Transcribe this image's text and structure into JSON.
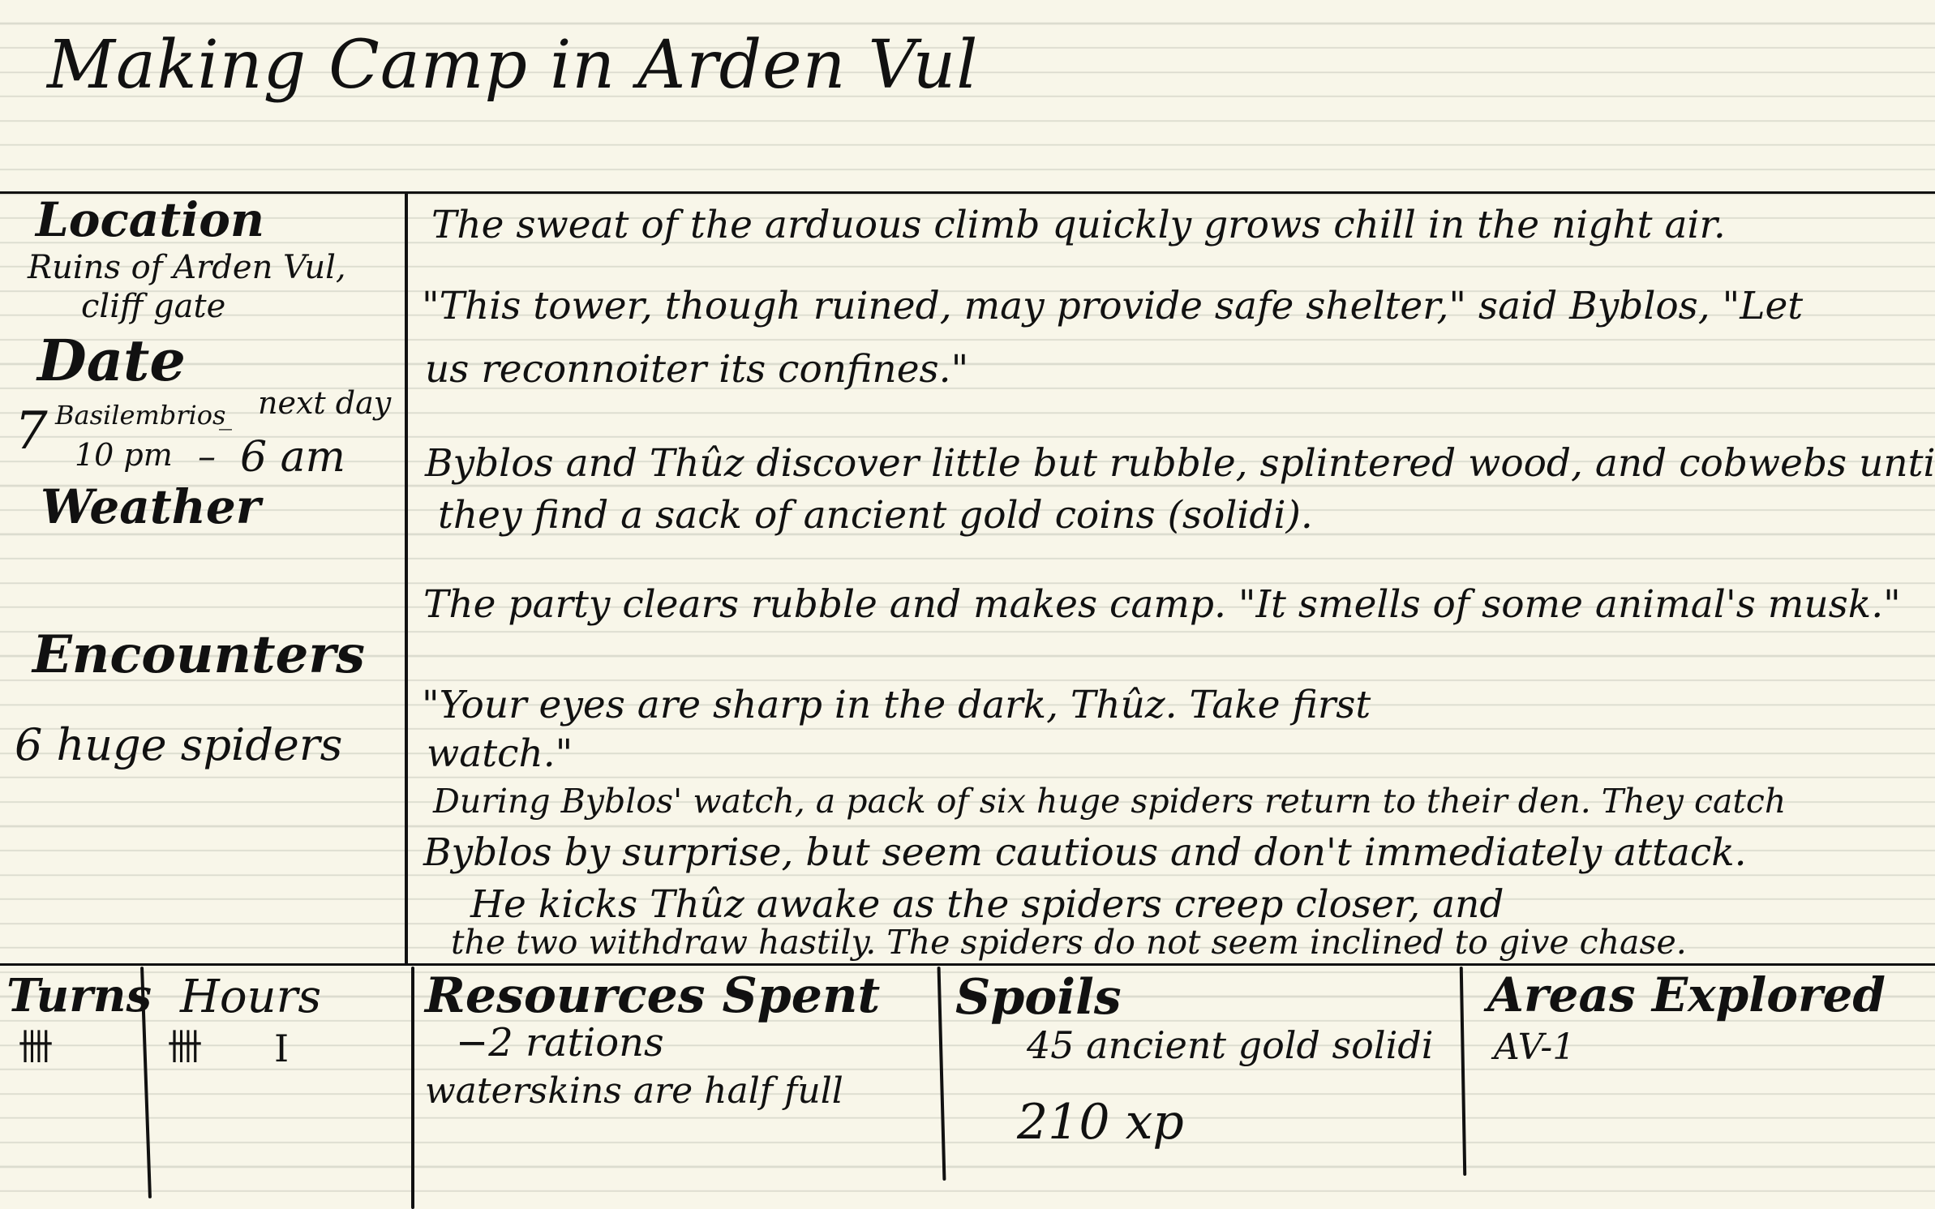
{
  "title": "Making Camp in Arden Vul",
  "sidebar": {
    "location_label": "Location",
    "location_line1": "Ruins of Arden Vul,",
    "location_line2": "cliff gate",
    "date_label": "Date",
    "date_day": "7",
    "date_month": "Basilembrios",
    "date_next": "next day",
    "date_time_start": "10 pm",
    "date_time_end": "6 am",
    "weather_label": "Weather",
    "encounters_label": "Encounters",
    "encounters_value": "6 huge spiders"
  },
  "narrative": {
    "p1": "The sweat of the arduous climb quickly grows chill in the night air.",
    "p2_line1": "\"This tower, though ruined, may provide safe shelter,\" said Byblos, \"Let",
    "p2_line2": "us reconnoiter its confines.\"",
    "p3_line1": "Byblos and Thûz discover little but rubble, splintered wood, and cobwebs until",
    "p3_line2": "they find a sack of ancient gold coins (solidi).",
    "p4": "The party clears rubble and makes camp. \"It smells of some animal's musk.\"",
    "p5_line1": "\"Your eyes are sharp in the dark, Thûz. Take first",
    "p5_line2": "watch.\"",
    "p6_line1": "During Byblos' watch, a pack of six huge spiders return to their den. They catch",
    "p6_line2": "Byblos by surprise, but seem cautious and don't immediately attack.",
    "p6_line3": "He kicks Thûz awake as the spiders creep closer, and",
    "p6_line4": "the two withdraw hastily. The spiders do not seem inclined to give chase."
  },
  "footer": {
    "turns_label": "Turns",
    "turns_tally": "卌",
    "hours_label": "Hours",
    "hours_tally": "卌",
    "hours_extra": "I",
    "resources_label": "Resources Spent",
    "resources_line1": "−2 rations",
    "resources_line2": "waterskins are half full",
    "spoils_label": "Spoils",
    "spoils_line1": "45 ancient gold solidi",
    "spoils_line2": "210 xp",
    "areas_label": "Areas Explored",
    "areas_value": "AV-1"
  }
}
